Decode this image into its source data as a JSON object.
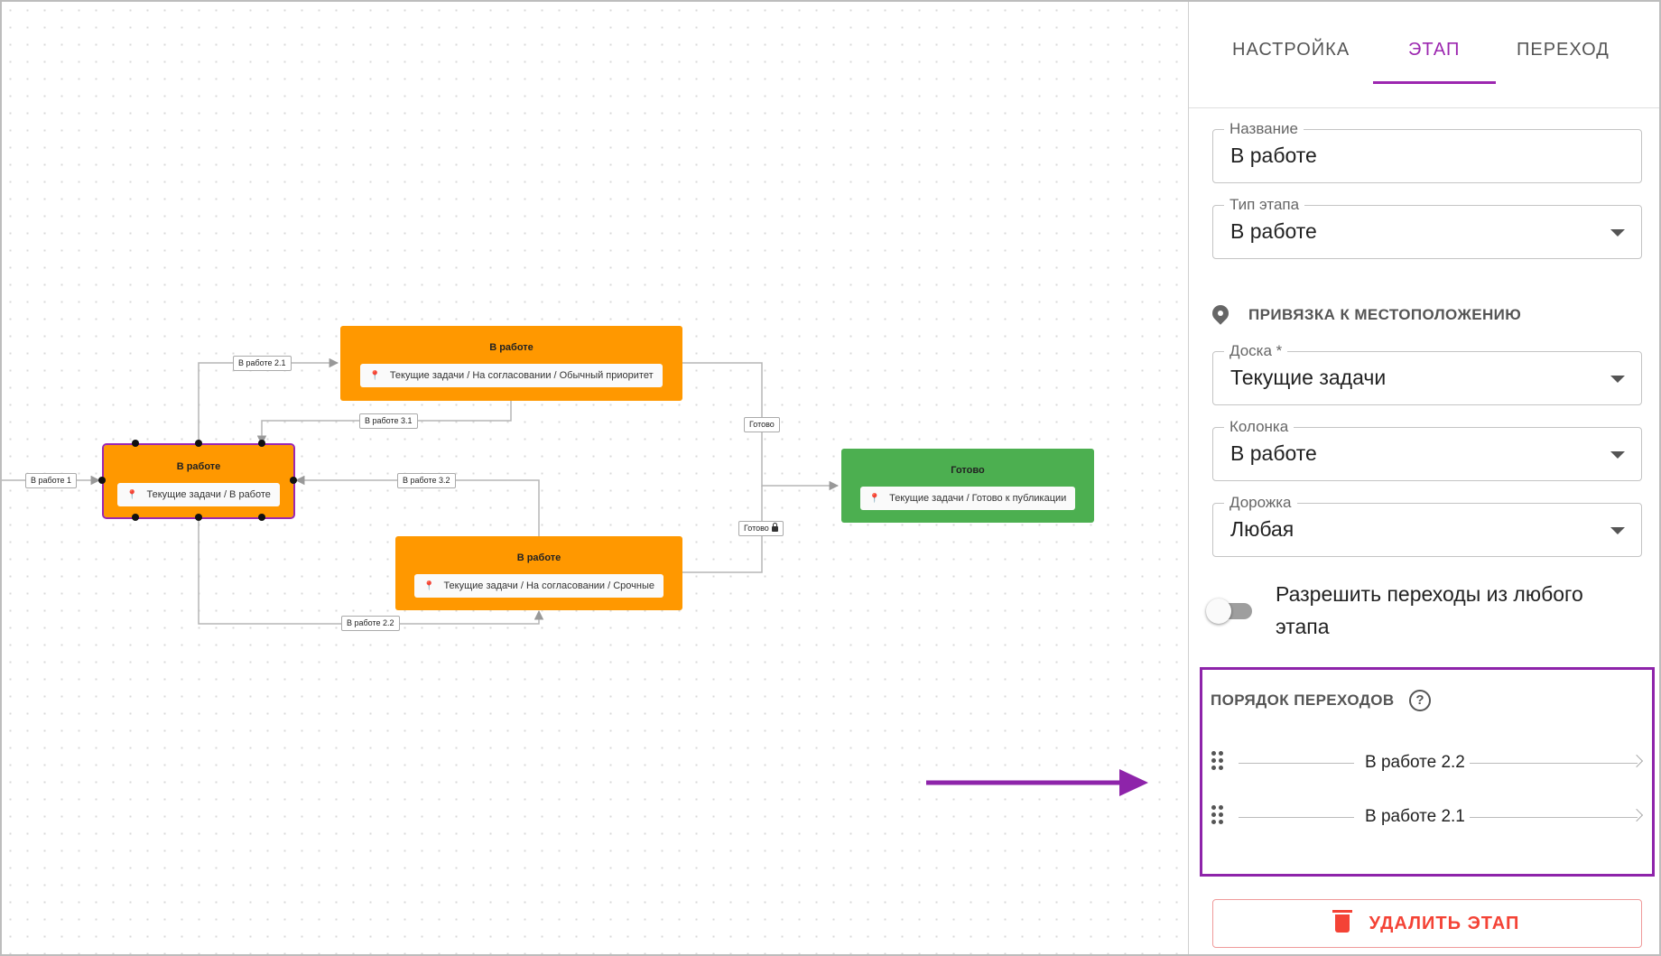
{
  "canvas": {
    "nodes": [
      {
        "id": "n1",
        "title": "В работе",
        "location": "Текущие задачи / В работе",
        "color": "#ff9800",
        "selected": true
      },
      {
        "id": "n2",
        "title": "В работе",
        "location": "Текущие задачи / На согласовании / Обычный приоритет",
        "color": "#ff9800"
      },
      {
        "id": "n3",
        "title": "В работе",
        "location": "Текущие задачи / На согласовании / Срочные",
        "color": "#ff9800"
      },
      {
        "id": "n4",
        "title": "Готово",
        "location": "Текущие задачи / Готово к публикации",
        "color": "#4caf50"
      }
    ],
    "edge_labels": {
      "e1": "В работе 1",
      "e21": "В работе 2.1",
      "e31": "В работе 3.1",
      "e32": "В работе 3.2",
      "e22": "В работе 2.2",
      "g1": "Готово",
      "g2": "Готово"
    }
  },
  "panel": {
    "tabs": [
      "НАСТРОЙКА",
      "ЭТАП",
      "ПЕРЕХОД"
    ],
    "active_tab": "ЭТАП",
    "name_label": "Название",
    "name_value": "В работе",
    "type_label": "Тип этапа",
    "type_value": "В работе",
    "location_section": "ПРИВЯЗКА К МЕСТОПОЛОЖЕНИЮ",
    "board_label": "Доска *",
    "board_value": "Текущие задачи",
    "column_label": "Колонка",
    "column_value": "В работе",
    "lane_label": "Дорожка",
    "lane_value": "Любая",
    "allow_any_label": "Разрешить переходы из любого этапа",
    "allow_any_enabled": false,
    "order_title": "ПОРЯДОК ПЕРЕХОДОВ",
    "help_glyph": "?",
    "order_items": [
      "В работе 2.2",
      "В работе 2.1"
    ],
    "delete_label": "УДАЛИТЬ ЭТАП"
  },
  "colors": {
    "accent": "#9c27b0",
    "danger": "#f44336",
    "stage_orange": "#ff9800",
    "stage_green": "#4caf50"
  }
}
